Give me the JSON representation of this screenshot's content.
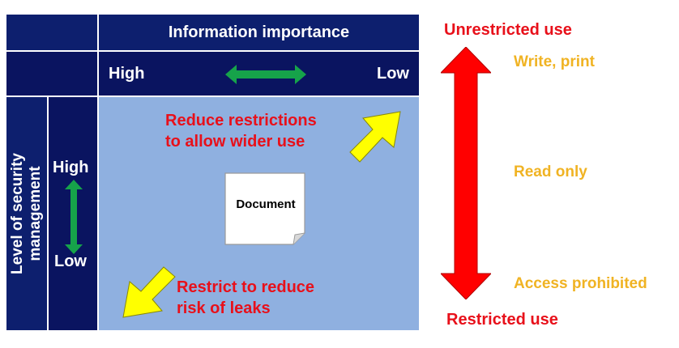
{
  "header": {
    "title": "Information importance",
    "high_label": "High",
    "low_label": "Low"
  },
  "side": {
    "title": "Level of security management",
    "high_label": "High",
    "low_label": "Low"
  },
  "matrix": {
    "reduce_text_line1": "Reduce restrictions",
    "reduce_text_line2": "to allow wider use",
    "restrict_text_line1": "Restrict to reduce",
    "restrict_text_line2": "risk of leaks",
    "document_label": "Document"
  },
  "scale": {
    "top_label": "Unrestricted use",
    "bottom_label": "Restricted use",
    "level1": "Write, print",
    "level2": "Read only",
    "level3": "Access prohibited"
  },
  "colors": {
    "navy": "#0d1f6e",
    "matrix_bg": "#8fb0e0",
    "red": "#e8101a",
    "gold": "#f0b323",
    "green": "#16a34a",
    "yellow": "#ffff00"
  }
}
